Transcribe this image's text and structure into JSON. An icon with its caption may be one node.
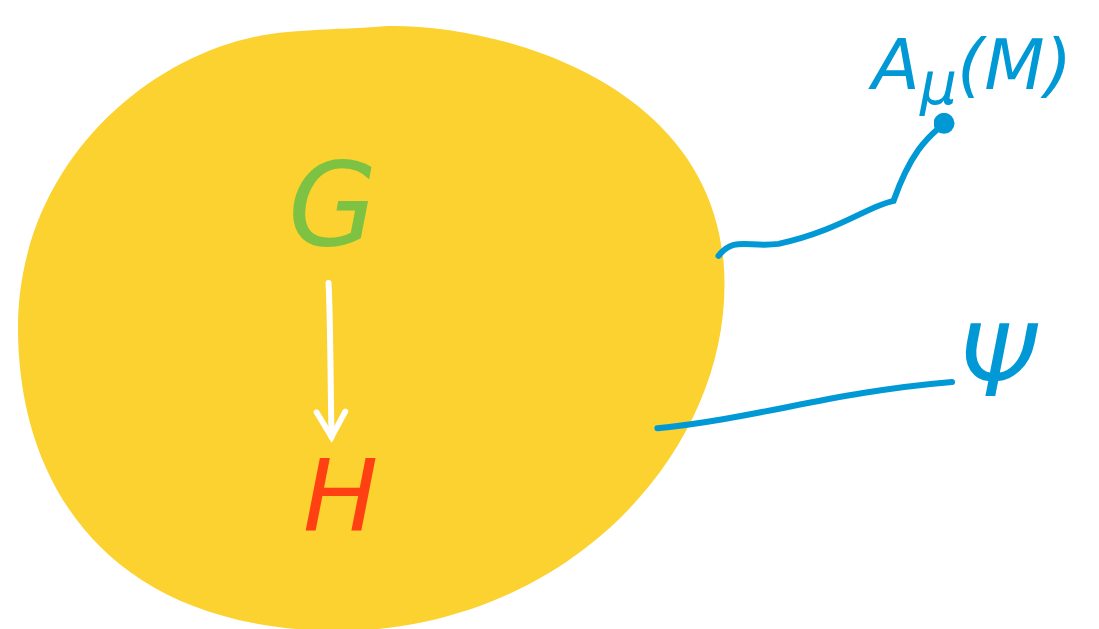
{
  "diagram": {
    "nodes": [
      {
        "text": [],
        "shape": "circle"
      },
      {
        "text": [
          "G"
        ],
        "in": 0
      },
      {
        "text": [
          "H"
        ],
        "in": 0
      },
      {
        "text": [
          "A$_{μ}$(M)"
        ]
      },
      {
        "text": [
          "Ψ"
        ]
      }
    ],
    "edges": [
      {
        "from": 1,
        "to": 2,
        "arrow": "to",
        "color": "#ffffff"
      },
      {
        "from": 0,
        "to": 3,
        "arrow": "other"
      },
      {
        "from": 0,
        "to": 4,
        "arrow": "none"
      }
    ]
  }
}
